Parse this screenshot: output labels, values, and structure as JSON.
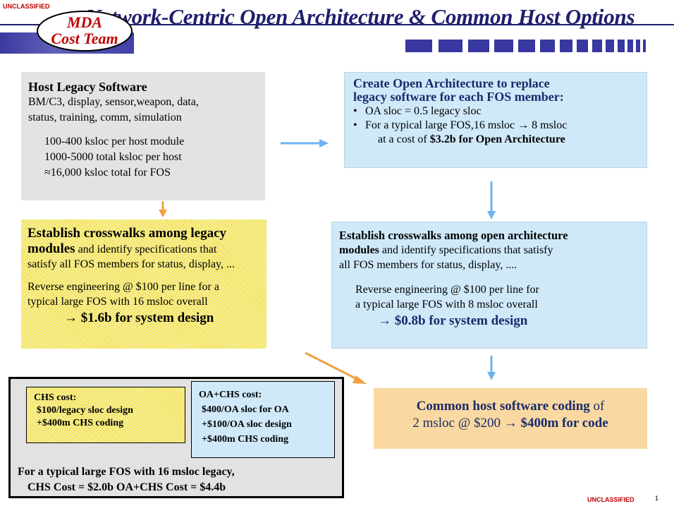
{
  "classification": {
    "top": "UNCLASSIFIED",
    "bottom": "UNCLASSIFIED",
    "page_number": "1"
  },
  "title": "Network-Centric Open Architecture & Common Host Options",
  "logo": {
    "line1": "MDA",
    "line2": "Cost Team"
  },
  "legacy_box": {
    "heading": "Host Legacy Software",
    "desc_line1": "BM/C3, display, sensor,weapon, data,",
    "desc_line2": "status, training, comm, simulation",
    "stat1": "100-400 ksloc per host module",
    "stat2": "1000-5000 total ksloc per host",
    "stat3": "≈16,000 ksloc total for FOS"
  },
  "oa_box": {
    "heading_line1": "Create Open Architecture to replace",
    "heading_line2": "legacy software for each FOS member:",
    "bullet1": "OA sloc = 0.5 legacy sloc",
    "bullet2": "For a typical large FOS,16 msloc  →  8 msloc",
    "bullet2_cont_pre": "at a cost of ",
    "bullet2_cont_bold": "$3.2b for Open Architecture"
  },
  "crosswalk_legacy": {
    "bold_line1": "Establish crosswalks among legacy",
    "bold_start": "modules",
    "rest_line2": " and identify specifications that",
    "line3": "satisfy all FOS members for status, display, ...",
    "re_line1": "Reverse engineering @ $100 per line for a",
    "re_line2": "typical large FOS with 16 msloc overall",
    "result": "→ $1.6b for system design"
  },
  "crosswalk_oa": {
    "bold_line1": "Establish crosswalks among open architecture",
    "bold_start": "modules",
    "rest_line2": " and identify specifications that satisfy",
    "line3": "all FOS members for status, display,  ....",
    "re_line1": "Reverse engineering @ $100 per line for",
    "re_line2": "a typical large FOS with 8 msloc overall",
    "result": "→ $0.8b for system design"
  },
  "coding_box": {
    "bold_part": "Common host software coding",
    "rest_line1": " of",
    "line2_pre": "2 msloc @ $200 ",
    "line2_arrow": "→",
    "line2_result": " $400m for code"
  },
  "summary": {
    "chs_title": "CHS cost:",
    "chs_line1": "$100/legacy sloc design",
    "chs_line2": "+$400m CHS coding",
    "oachs_title": "OA+CHS cost:",
    "oachs_line1": "$400/OA sloc for OA",
    "oachs_line2": "+$100/OA sloc design",
    "oachs_line3": "+$400m CHS coding",
    "footer_line1": "For a typical large FOS with 16 msloc legacy,",
    "footer_line2": "CHS Cost = $2.0b    OA+CHS Cost = $4.4b"
  },
  "colors": {
    "navy": "#1a2a6b",
    "classification_red": "#c00000",
    "blue_arrow": "#6fb3f2",
    "orange_arrow": "#f0a040",
    "legacy_gray": "#e3e3e3",
    "oa_blue": "#cfe9f9",
    "hatch_yellow": "#f8ec6e",
    "coding_orange": "#f9d9a1"
  }
}
